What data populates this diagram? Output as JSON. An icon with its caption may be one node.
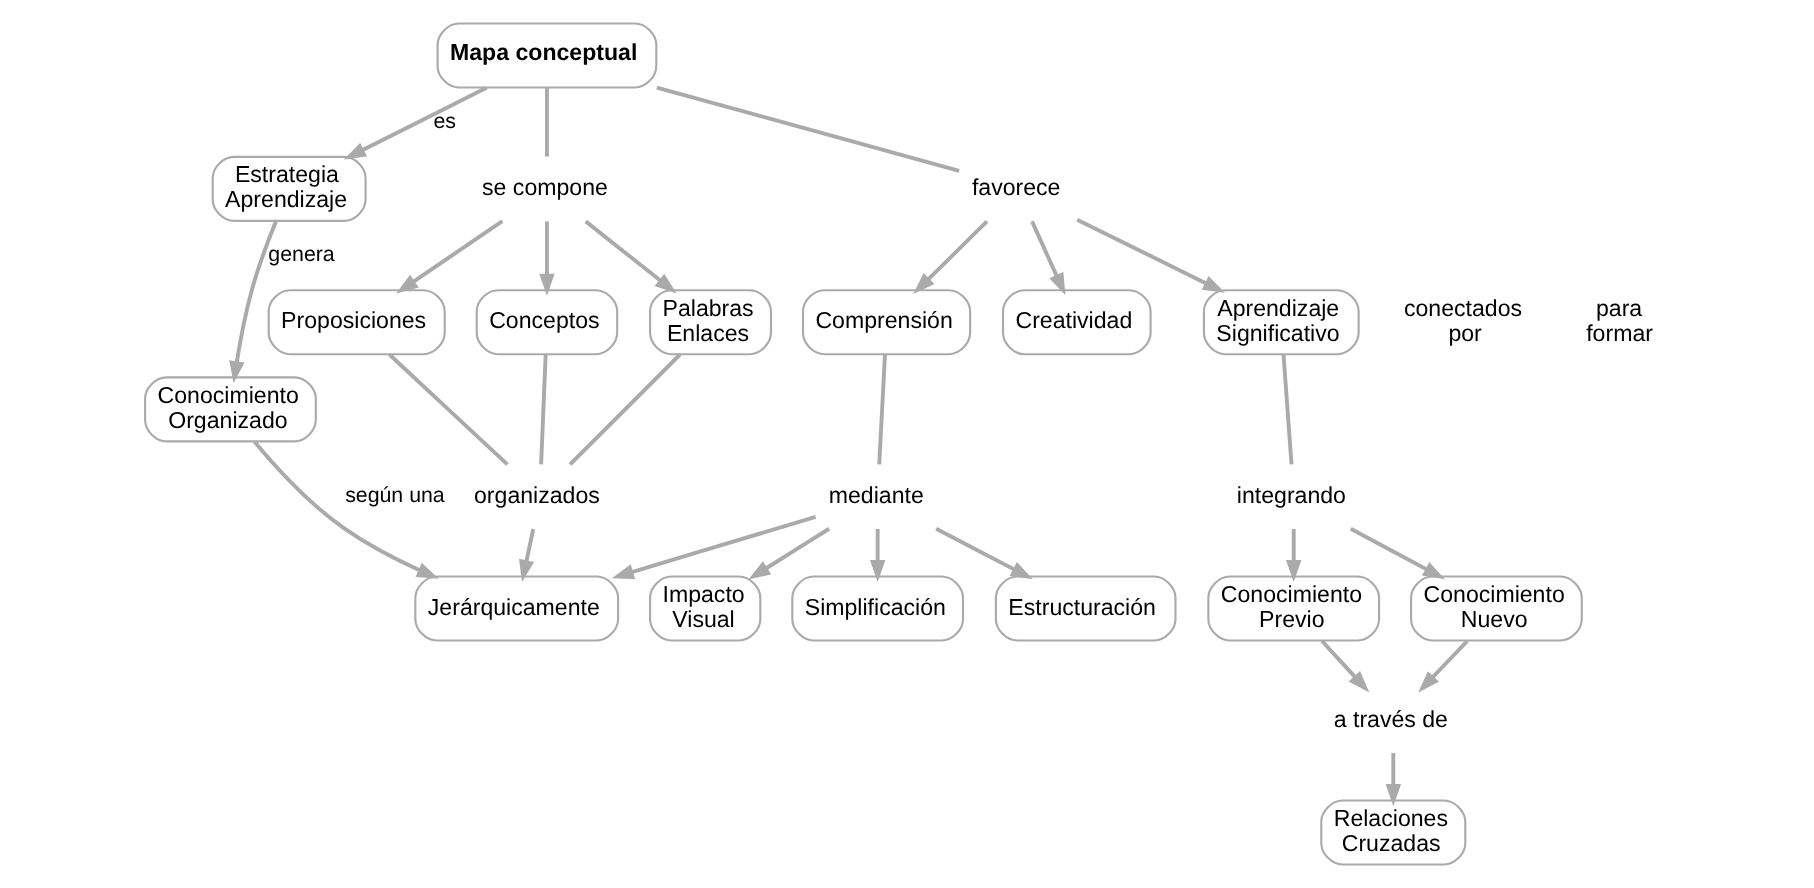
{
  "diagram": {
    "nodes": [
      {
        "text": [
          "Mapa conceptual"
        ]
      },
      {
        "text": [
          "se compone"
        ]
      },
      {
        "text": [
          "favorece"
        ]
      },
      {
        "text": [
          "Estrategia Aprendizaje"
        ]
      },
      {
        "text": [
          "Comprensión"
        ]
      },
      {
        "text": [
          "Creatividad"
        ]
      },
      {
        "text": [
          "Aprendizaje Significativo"
        ]
      },
      {
        "text": [
          "Conceptos"
        ]
      },
      {
        "text": [
          "Palabras Enlaces"
        ]
      },
      {
        "text": [
          "Proposiciones"
        ]
      },
      {
        "text": [
          "integrando"
        ]
      },
      {
        "text": [
          "Conocimiento Organizado"
        ]
      },
      {
        "text": [
          "mediante"
        ]
      },
      {
        "text": [
          "Conocimiento Previo"
        ]
      },
      {
        "text": [
          "a través de"
        ]
      },
      {
        "text": [
          "Conocimiento Nuevo"
        ]
      },
      {
        "text": [
          "organizados"
        ]
      },
      {
        "text": [
          "Relaciones Cruzadas"
        ]
      },
      {
        "text": [
          "Jerárquicamente"
        ]
      },
      {
        "text": [
          "Estructuración"
        ]
      },
      {
        "text": [
          "Impacto Visual"
        ]
      },
      {
        "text": [
          "Simplificación"
        ]
      }
    ],
    "edges": [
      {
        "from": 0,
        "to": 3,
        "arrow": "to",
        "label": "es"
      },
      {
        "from": 0,
        "to": 1,
        "arrow": "none"
      },
      {
        "from": 0,
        "to": 2,
        "arrow": "none"
      },
      {
        "from": 1,
        "to": 7,
        "arrow": "to"
      },
      {
        "from": 1,
        "to": 8,
        "arrow": "to"
      },
      {
        "from": 1,
        "to": 9,
        "arrow": "to"
      },
      {
        "from": 2,
        "to": 4,
        "arrow": "to"
      },
      {
        "from": 2,
        "to": 5,
        "arrow": "to"
      },
      {
        "from": 2,
        "to": 6,
        "arrow": "to"
      },
      {
        "from": 3,
        "to": 11,
        "arrow": "to",
        "label": "genera"
      },
      {
        "from": 7,
        "to": 16,
        "arrow": "none"
      },
      {
        "from": 8,
        "to": 16,
        "arrow": "none"
      },
      {
        "from": 9,
        "to": 16,
        "arrow": "none"
      },
      {
        "from": 16,
        "to": 18,
        "arrow": "to"
      },
      {
        "from": 11,
        "to": 18,
        "arrow": "to",
        "label": "según una"
      },
      {
        "from": 4,
        "to": 12,
        "arrow": "none"
      },
      {
        "from": 12,
        "to": 18,
        "arrow": "to"
      },
      {
        "from": 12,
        "to": 19,
        "arrow": "to"
      },
      {
        "from": 12,
        "to": 20,
        "arrow": "to"
      },
      {
        "from": 12,
        "to": 21,
        "arrow": "to"
      },
      {
        "from": 6,
        "to": 10,
        "arrow": "none"
      },
      {
        "from": 10,
        "to": 13,
        "arrow": "to"
      },
      {
        "from": 10,
        "to": 15,
        "arrow": "to"
      },
      {
        "from": 13,
        "to": 14,
        "arrow": "to"
      },
      {
        "from": 15,
        "to": 14,
        "arrow": "to"
      },
      {
        "from": 14,
        "to": 17,
        "arrow": "to"
      }
    ],
    "labels": [
      "conectados por",
      "para formar"
    ]
  }
}
